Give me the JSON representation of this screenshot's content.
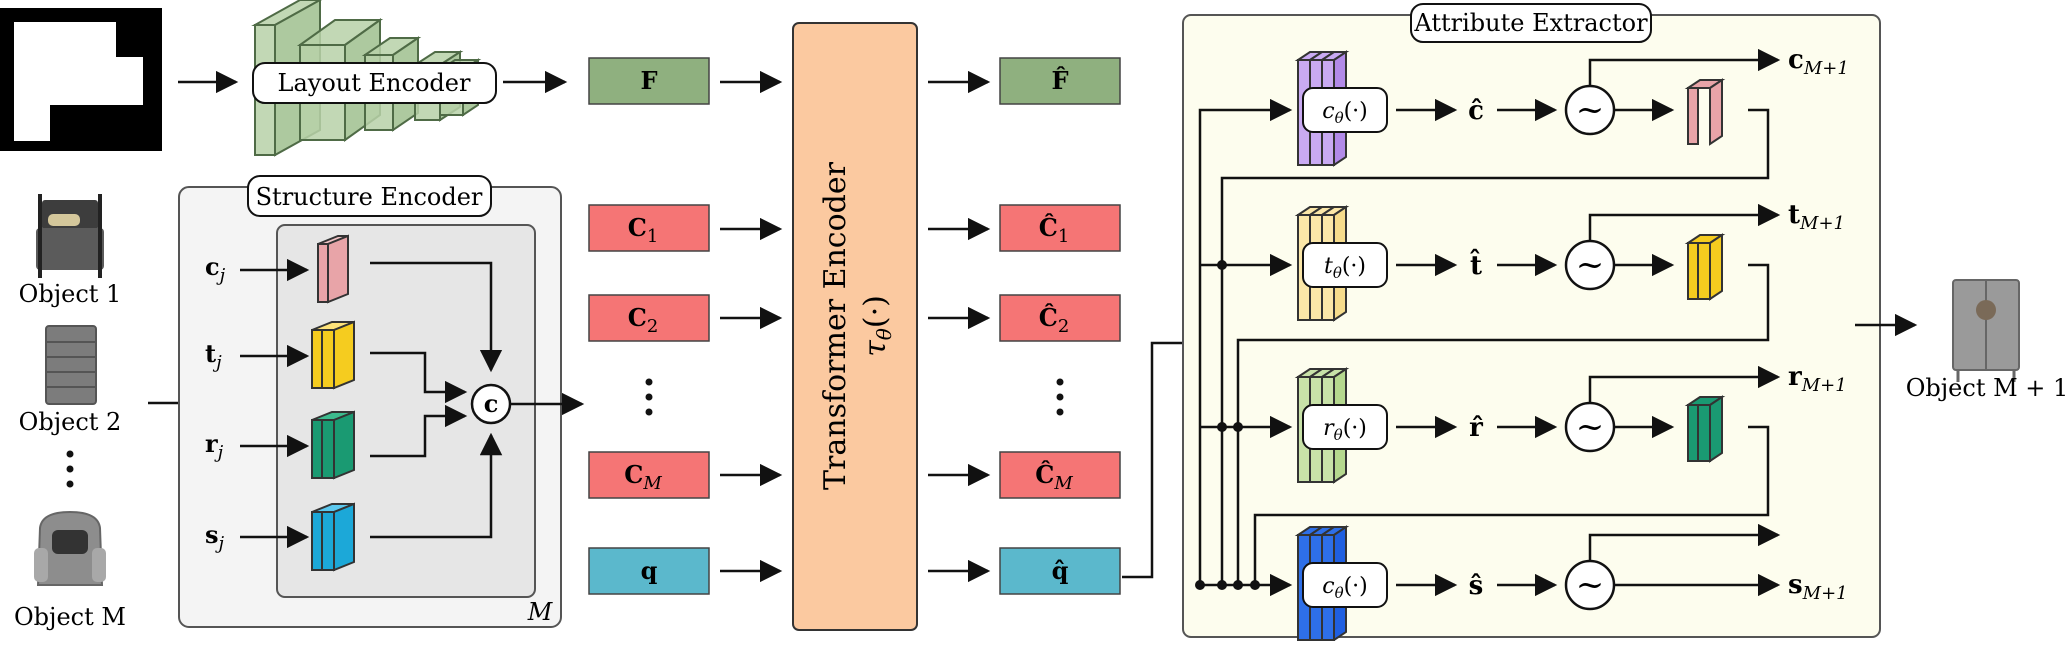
{
  "layout_encoder": {
    "label": "Layout Encoder"
  },
  "structure_encoder": {
    "label": "Structure Encoder",
    "repeat_label": "M"
  },
  "inputs": {
    "c": "c",
    "t": "t",
    "r": "r",
    "s": "s",
    "sub": "j"
  },
  "concat_symbol": "c",
  "objects": {
    "obj1": "Object 1",
    "obj2": "Object 2",
    "objM": "Object M",
    "out": "Object M + 1"
  },
  "tokens": {
    "F": "F",
    "C1": "C",
    "C2": "C",
    "CM": "C",
    "q": "q",
    "sub1": "1",
    "sub2": "2",
    "subM": "M",
    "F_hat": "F̂",
    "C_hat": "Ĉ",
    "q_hat": "q̂"
  },
  "transformer": {
    "label": "Transformer Encoder",
    "symbol": "τ",
    "sub": "θ",
    "arg": "(·)"
  },
  "attribute_extractor": {
    "label": "Attribute Extractor",
    "heads": [
      {
        "fn": "c",
        "hat": "ĉ",
        "out": "c",
        "color": "#c9aaf2",
        "front": "#b28ae8"
      },
      {
        "fn": "t",
        "hat": "t̂",
        "out": "t",
        "color": "#fbe7a8",
        "front": "#f6dc8c"
      },
      {
        "fn": "r",
        "hat": "r̂",
        "out": "r",
        "color": "#c8e2a8",
        "front": "#b5d88e"
      },
      {
        "fn": "c",
        "hat": "ŝ",
        "out": "s",
        "color": "#2e6fe8",
        "front": "#1f5fe0"
      }
    ],
    "fn_sub": "θ",
    "fn_arg": "(·)",
    "out_sub": "M+1",
    "sampler": "~"
  },
  "colors": {
    "green_token": "#8fb07f",
    "red_token": "#f57575",
    "cyan_token": "#5bb8cc",
    "transformer": "#fbc9a0",
    "extractor_bg": "#fdfdee",
    "structure_bg": "#f4f4f4",
    "structure_inner": "#e6e6e6",
    "pink": "#e8a4a8",
    "yellow": "#f5cc1f",
    "teal": "#1a9a72",
    "blue": "#1ca8d8"
  }
}
